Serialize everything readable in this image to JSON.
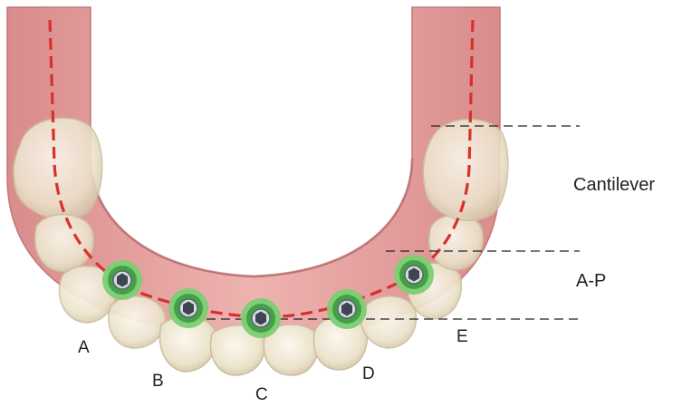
{
  "implant_labels": [
    "A",
    "B",
    "C",
    "D",
    "E"
  ],
  "side_labels": {
    "cantilever": "Cantilever",
    "ap": "A-P"
  },
  "colors": {
    "gum": "#e9a6a4",
    "gum_shadow": "#c97c7d",
    "tooth": "#eee6d2",
    "tooth_edge": "#cfc2a6",
    "implant_ring": "#4caf50",
    "implant_core": "#3c4650",
    "arch_line": "#d9302b",
    "guide_line": "#222222"
  }
}
